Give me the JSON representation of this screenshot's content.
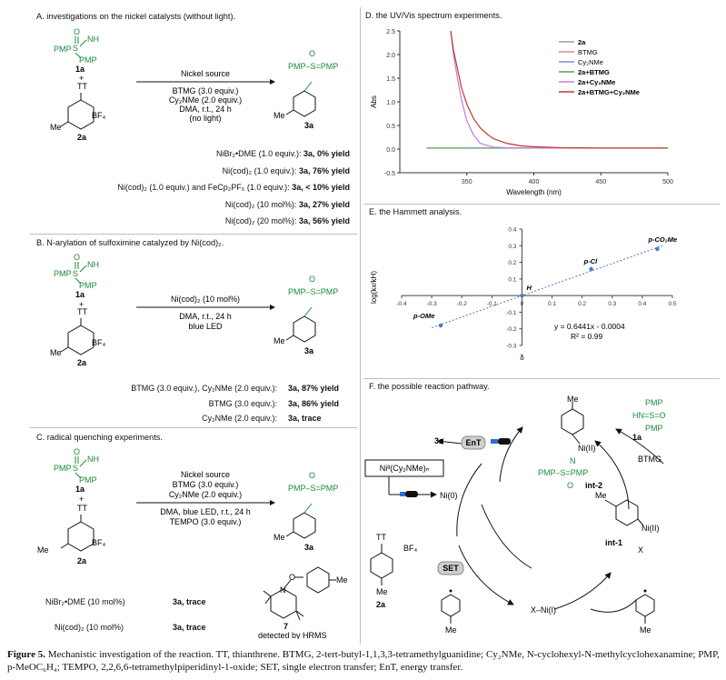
{
  "panelA": {
    "title": "A. investigations on the nickel catalysts (without light).",
    "sub1": "PMP",
    "sub2": "PMP",
    "nh": "NH",
    "s": "S",
    "o": "O",
    "lbl1a": "1a",
    "plus": "+",
    "lbl2a": "2a",
    "tt": "TT",
    "bf4": "BF₄",
    "me": "Me",
    "cond": [
      "Nickel source",
      "BTMG (3.0 equiv.)",
      "Cy₂NMe (2.0 equiv.)",
      "DMA, r.t., 24 h",
      "(no light)"
    ],
    "product": "PMP–S=PMP",
    "lbl3a": "3a",
    "rows": [
      {
        "left": "NiBr₂•DME (1.0 equiv.):",
        "right": "3a, 0% yield"
      },
      {
        "left": "Ni(cod)₂ (1.0 equiv.):",
        "right": "3a, 76% yield"
      },
      {
        "left": "Ni(cod)₂ (1.0 equiv.) and FeCp₂PF₆ (1.0 equiv.):",
        "right": "3a, < 10% yield"
      },
      {
        "left": "Ni(cod)₂ (10 mol%):",
        "right": "3a, 27% yield"
      },
      {
        "left": "Ni(cod)₂ (20 mol%):",
        "right": "3a, 56% yield"
      }
    ]
  },
  "panelB": {
    "title": "B. N-arylation of sulfoximine catalyzed by Ni(cod)₂.",
    "cond": [
      "Ni(cod)₂ (10 mol%)",
      "DMA, r.t., 24 h",
      "blue LED"
    ],
    "rows": [
      {
        "left": "BTMG (3.0 equiv.), Cy₂NMe (2.0 equiv.):",
        "right": "3a, 87% yield"
      },
      {
        "left": "BTMG (3.0 equiv.):",
        "right": "3a, 86% yield"
      },
      {
        "left": "Cy₂NMe (2.0 equiv.):",
        "right": "3a, trace"
      }
    ]
  },
  "panelC": {
    "title": "C. radical quenching experiments.",
    "cond": [
      "Nickel source",
      "BTMG (3.0 equiv.)",
      "Cy₂NMe (2.0 equiv.)",
      "DMA, blue LED, r.t., 24 h",
      "TEMPO (3.0 equiv.)"
    ],
    "rows": [
      {
        "left": "NiBr₂•DME (10 mol%)",
        "right": "3a, trace"
      },
      {
        "left": "Ni(cod)₂ (10 mol%)",
        "right": "3a, trace"
      }
    ],
    "lbl7": "7",
    "hrms": "detected by HRMS"
  },
  "panelD": {
    "title": "D. the UV/Vis spectrum experiments.",
    "ylabel": "Abs",
    "xlabel": "Wavelength (nm)",
    "yticks": [
      "2.5",
      "2.0",
      "1.5",
      "1.0",
      "0.5",
      "0.0",
      "-0.5"
    ],
    "xticks": [
      "350",
      "400",
      "450",
      "500"
    ],
    "legend": [
      {
        "name": "2a",
        "color": "#9e9e9e"
      },
      {
        "name": "BTMG",
        "color": "#f08080"
      },
      {
        "name": "Cy₂NMe",
        "color": "#7b8fd6"
      },
      {
        "name": "2a+BTMG",
        "color": "#4aa864"
      },
      {
        "name": "2a+Cy₂NMe",
        "color": "#c77be0"
      },
      {
        "name": "2a+BTMG+Cy₂NMe",
        "color": "#c0392b"
      }
    ]
  },
  "panelE": {
    "title": "E. the Hammett analysis.",
    "ylabel": "log(kx/kH)",
    "xlabel": "δ",
    "xticks": [
      "-0.4",
      "-0.3",
      "-0.2",
      "-0.1",
      "0",
      "0.1",
      "0.2",
      "0.3",
      "0.4",
      "0.5"
    ],
    "yticks": [
      "0.4",
      "0.3",
      "0.2",
      "0.1",
      "0",
      "-0.1",
      "-0.2",
      "-0.3"
    ],
    "equation": "y = 0.6441x - 0.0004",
    "r2": "R² = 0.99",
    "point_labels": [
      "p-OMe",
      "H",
      "p-Cl",
      "p-CO₂Me"
    ]
  },
  "panelF": {
    "title": "F. the possible reaction pathway.",
    "ni0": "Ni(0)",
    "nicy": "Niᴵᴵ(Cy₂NMe)ₙ",
    "nii": "X–Ni(I)",
    "ni2a": "Ni(II)",
    "ni2b": "Ni(II)",
    "x": "X",
    "int1": "int-1",
    "int2": "int-2",
    "ent": "EnT",
    "set": "SET",
    "btmg": "BTMG",
    "lbl3a": "3a",
    "lbl1a": "1a",
    "lbl2a": "2a",
    "hn": "HN=S=O",
    "pmp": "PMP",
    "me": "Me",
    "tt": "TT",
    "bf4": "BF₄"
  },
  "caption": {
    "label": "Figure 5.",
    "text": "Mechanistic investigation of the reaction. TT, thianthrene. BTMG, 2-tert-butyl-1,1,3,3-tetramethylguanidine; Cy₂NMe, N-cyclohexyl-N-methylcyclohexanamine; PMP, p-MeOC₆H₄; TEMPO, 2,2,6,6-tetramethylpiperidinyl-1-oxide; SET, single electron transfer; EnT, energy transfer."
  },
  "chart_data": [
    {
      "type": "line",
      "title": "the UV/Vis spectrum experiments",
      "xlabel": "Wavelength (nm)",
      "ylabel": "Abs",
      "xlim": [
        300,
        500
      ],
      "ylim": [
        -0.5,
        2.5
      ],
      "series": [
        {
          "name": "2a",
          "x": [
            320,
            330,
            340,
            350,
            360,
            380,
            400,
            450,
            500
          ],
          "values": [
            0.02,
            0.02,
            0.02,
            0.02,
            0.02,
            0.02,
            0.02,
            0.02,
            0.02
          ]
        },
        {
          "name": "BTMG",
          "x": [
            320,
            500
          ],
          "values": [
            0.02,
            0.02
          ]
        },
        {
          "name": "Cy₂NMe",
          "x": [
            320,
            500
          ],
          "values": [
            0.02,
            0.02
          ]
        },
        {
          "name": "2a+BTMG",
          "x": [
            320,
            500
          ],
          "values": [
            0.02,
            0.02
          ]
        },
        {
          "name": "2a+Cy₂NMe",
          "x": [
            338,
            340,
            343,
            346,
            350,
            355,
            360,
            370,
            380,
            400,
            450,
            500
          ],
          "values": [
            2.5,
            2.0,
            1.5,
            1.05,
            0.6,
            0.3,
            0.12,
            0.04,
            0.03,
            0.02,
            0.02,
            0.02
          ]
        },
        {
          "name": "2a+BTMG+Cy₂NMe",
          "x": [
            338,
            340,
            343,
            346,
            350,
            355,
            360,
            365,
            370,
            380,
            390,
            400,
            420,
            450,
            500
          ],
          "values": [
            2.5,
            2.1,
            1.7,
            1.3,
            0.95,
            0.65,
            0.45,
            0.32,
            0.22,
            0.12,
            0.07,
            0.05,
            0.03,
            0.02,
            0.02
          ]
        }
      ]
    },
    {
      "type": "scatter",
      "title": "the Hammett analysis",
      "xlabel": "δ",
      "ylabel": "log(kx/kH)",
      "xlim": [
        -0.4,
        0.5
      ],
      "ylim": [
        -0.3,
        0.4
      ],
      "points": [
        {
          "label": "p-OMe",
          "x": -0.27,
          "y": -0.18
        },
        {
          "label": "H",
          "x": 0.0,
          "y": 0.0
        },
        {
          "label": "p-Cl",
          "x": 0.23,
          "y": 0.16
        },
        {
          "label": "p-CO₂Me",
          "x": 0.45,
          "y": 0.28
        }
      ],
      "fit": {
        "slope": 0.6441,
        "intercept": -0.0004,
        "equation": "y = 0.6441x - 0.0004",
        "r2": "R² = 0.99"
      }
    }
  ]
}
